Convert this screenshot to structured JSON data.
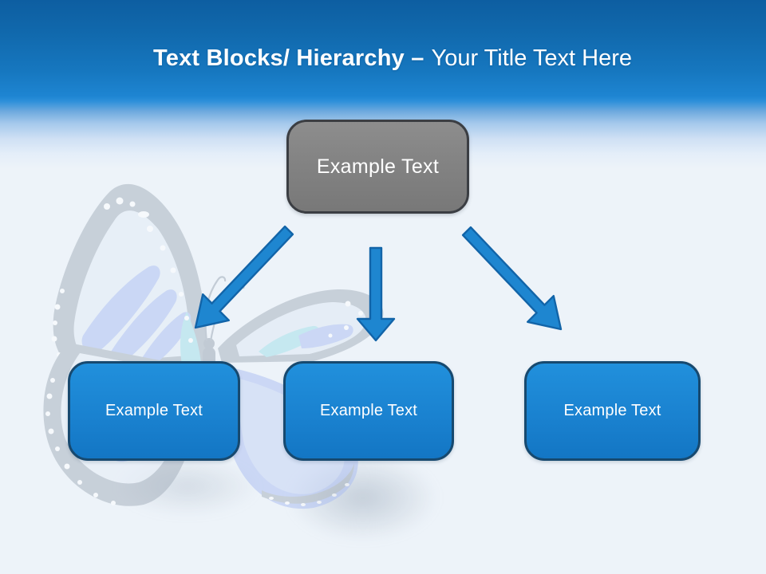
{
  "slide": {
    "title": {
      "bold": "Text Blocks/ Hierarchy –",
      "regular": "Your Title Text Here"
    },
    "diagram": {
      "root": {
        "label": "Example Text"
      },
      "children": [
        {
          "label": "Example Text"
        },
        {
          "label": "Example Text"
        },
        {
          "label": "Example Text"
        }
      ]
    },
    "decor": {
      "watermark": "butterfly"
    },
    "colors": {
      "header_blue_dark": "#0d5ea1",
      "header_blue_light": "#1e85d2",
      "background": "#edf3f9",
      "root_fill": "#828282",
      "root_border": "#3b3e43",
      "child_fill": "#1a82d0",
      "child_border": "#17496f",
      "arrow_fill": "#1e86d0",
      "arrow_stroke": "#1264a8",
      "text": "#ffffff"
    }
  }
}
